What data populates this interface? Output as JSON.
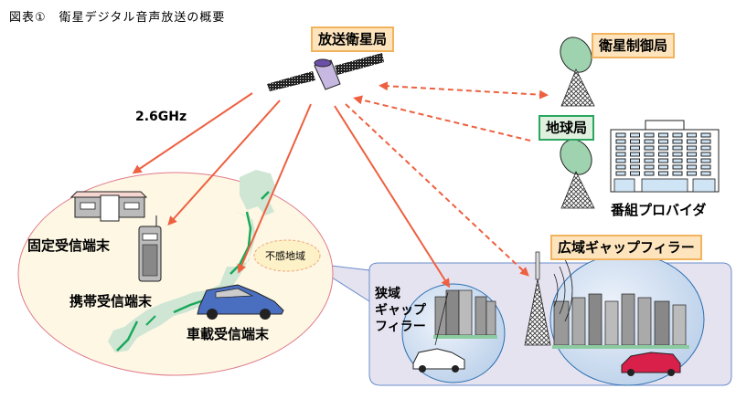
{
  "figure": {
    "title": "図表①　衛星デジタル音声放送の概要"
  },
  "stations": {
    "broadcast_satellite_station": "放送衛星局",
    "satellite_control_station": "衛星制御局",
    "earth_station": "地球局",
    "program_provider": "番組プロバイダ"
  },
  "frequency": "2.6GHz",
  "receivers": {
    "fixed": "固定受信端末",
    "mobile": "携帯受信端末",
    "vehicle": "車載受信端末"
  },
  "blind_area": "不感地域",
  "gap_fillers": {
    "wide_area": "広域ギャップフィラー",
    "narrow_area_lines": [
      "狭域",
      "ギャップ",
      "フィラー"
    ]
  },
  "colors": {
    "arrow": "#ee6040",
    "coverage_fill": "#fdf7e4",
    "coverage_border": "#e07a8a",
    "map_fill": "#cfe6d4",
    "coast": "#1aa85a",
    "panel_fill": "#e6e3f1",
    "panel_border": "#6a8ccc",
    "bubble_fill": "#cddcef",
    "label_orange_fill": "#fde4bd",
    "label_orange_border": "#f2b35e",
    "label_green_fill": "#dff0df",
    "label_green_border": "#2aa660",
    "car_blue": "#4a6fc0",
    "car_red": "#d8204a",
    "satellite_body": "#c6b8e0"
  }
}
